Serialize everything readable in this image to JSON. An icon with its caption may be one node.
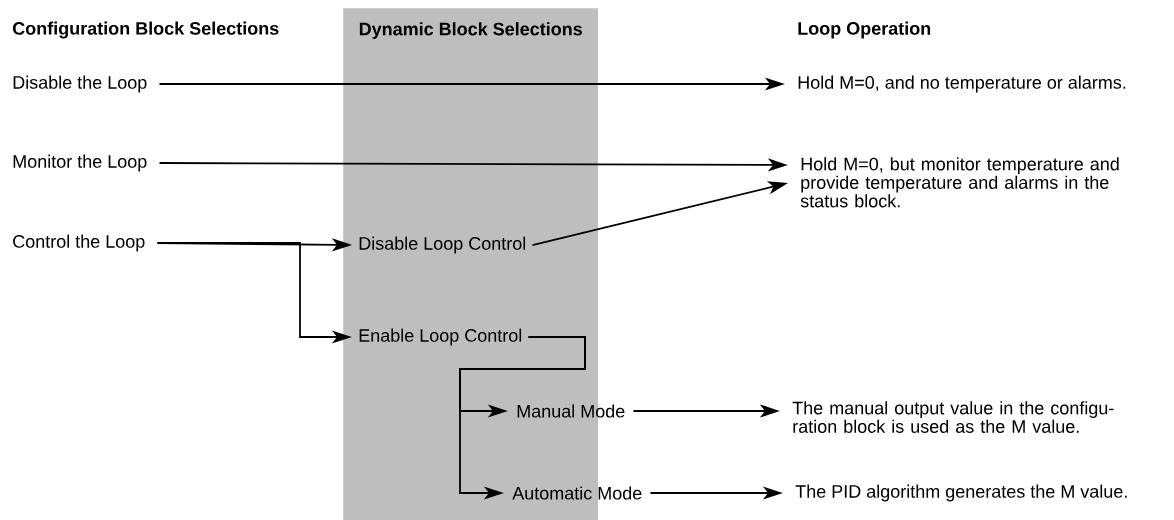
{
  "diagram": {
    "nodes": [
      {
        "text": [
          "Disable the Loop"
        ]
      },
      {
        "text": [
          "Monitor the Loop"
        ]
      },
      {
        "text": [
          "Control the Loop"
        ]
      },
      {
        "text": [
          "Dynamic Block Selections"
        ]
      },
      {
        "text": [
          "Disable Loop Control"
        ],
        "in": 3
      },
      {
        "text": [
          "Enable Loop Control"
        ],
        "in": 3
      },
      {
        "text": [
          "Manual Mode"
        ],
        "in": 3
      },
      {
        "text": [
          "Automatic Mode"
        ],
        "in": 3
      },
      {
        "text": [
          "Hold M=0, and no temperature or alarms."
        ]
      },
      {
        "text": [
          "Hold M=0, but monitor temperature and provide temperature and alarms in the status block."
        ]
      },
      {
        "text": [
          "The manual output value in the configu- ration block is used as the M value."
        ]
      },
      {
        "text": [
          "The PID algorithm generates the M value."
        ]
      }
    ],
    "edges": [
      {
        "from": 0,
        "to": 8,
        "arrow": "to"
      },
      {
        "from": 1,
        "to": 9,
        "arrow": "to"
      },
      {
        "from": 2,
        "to": 4,
        "arrow": "to"
      },
      {
        "from": 2,
        "to": 5,
        "arrow": "to"
      },
      {
        "from": 4,
        "to": 9,
        "arrow": "to"
      },
      {
        "from": 5,
        "to": 6,
        "arrow": "to"
      },
      {
        "from": 5,
        "to": 7,
        "arrow": "to"
      },
      {
        "from": 6,
        "to": 10,
        "arrow": "to"
      },
      {
        "from": 7,
        "to": 11,
        "arrow": "to"
      }
    ],
    "labels": [
      "Configuration Block Selections",
      "Loop Operation"
    ]
  }
}
